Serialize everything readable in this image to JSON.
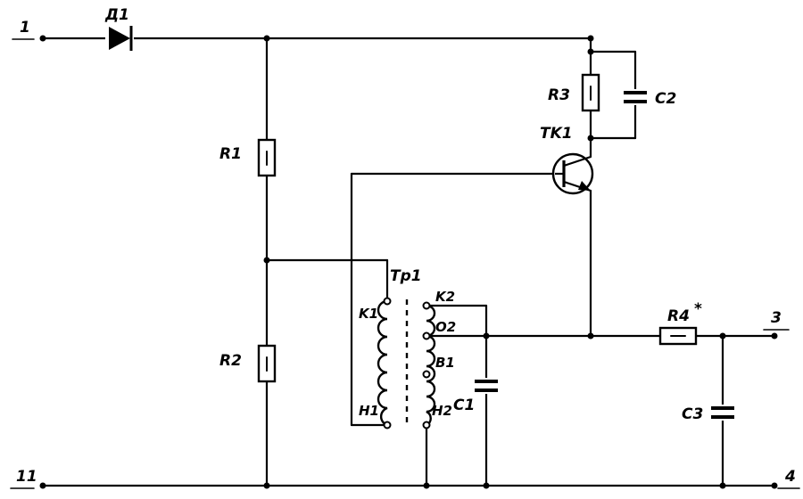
{
  "terminals": {
    "t1": "1",
    "t2": "3",
    "t3": "11",
    "t4": "4"
  },
  "components": {
    "diode": "Д1",
    "r1": "R1",
    "r2": "R2",
    "r3": "R3",
    "r4": "R4",
    "r4_mark": "*",
    "c1": "C1",
    "c2": "C2",
    "c3": "C3",
    "transistor": "TK1",
    "transformer": "Тр1"
  },
  "windings": {
    "k1": "K1",
    "n1": "H1",
    "k2": "K2",
    "o2": "O2",
    "v1": "B1",
    "n2": "H2"
  }
}
